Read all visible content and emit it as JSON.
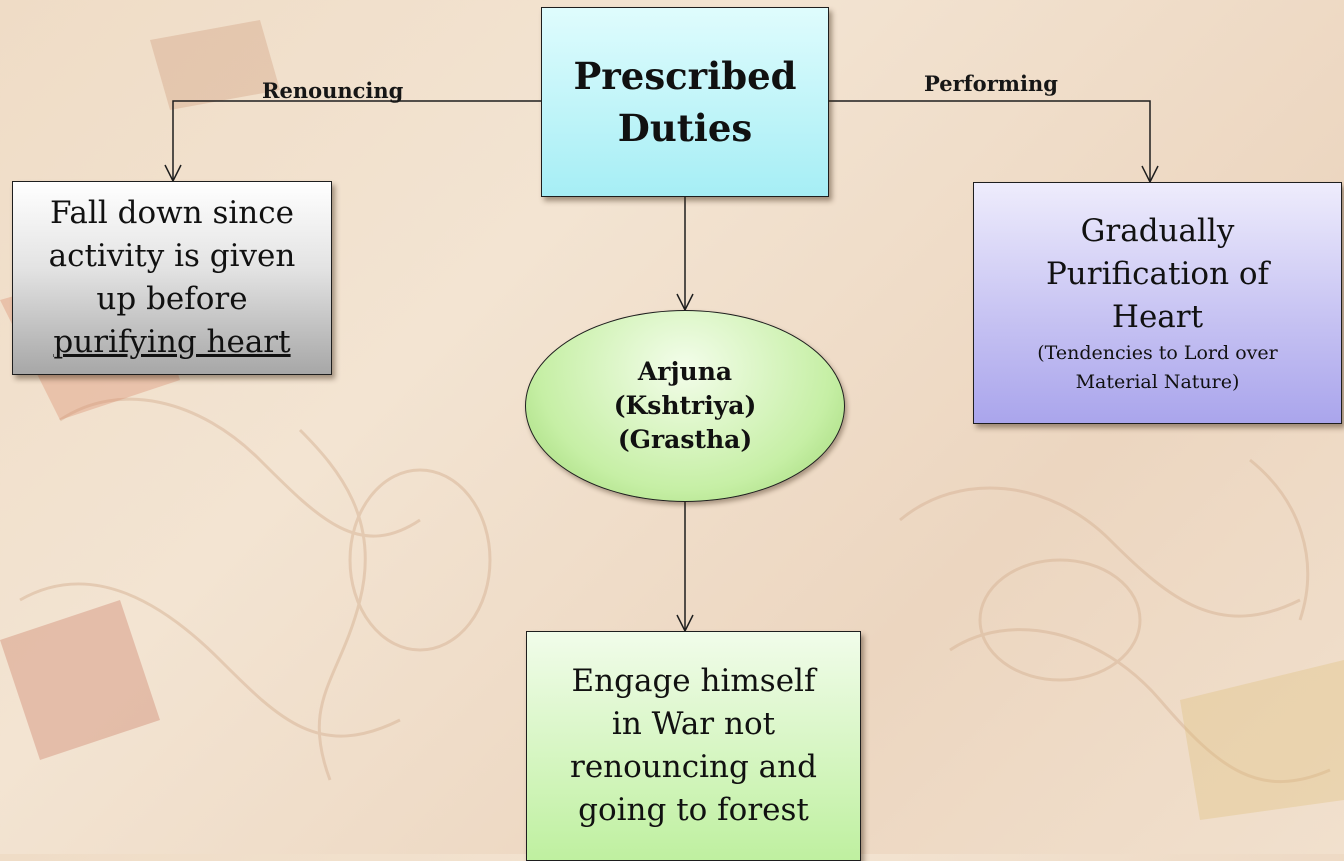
{
  "nodes": {
    "prescribed_duties": {
      "lines": [
        "Prescribed",
        "Duties"
      ]
    },
    "fall_down": {
      "lines": [
        "Fall down since",
        "activity is given",
        "up before"
      ],
      "underlined_line": "purifying heart"
    },
    "purification": {
      "lines": [
        "Gradually",
        "Purification of",
        "Heart"
      ],
      "sub_lines": [
        "(Tendencies to Lord over",
        "Material Nature)"
      ]
    },
    "arjuna": {
      "lines": [
        "Arjuna",
        "(Kshtriya)",
        "(Grastha)"
      ]
    },
    "engage": {
      "lines": [
        "Engage himself",
        "in War not",
        "renouncing and",
        "going to forest"
      ]
    }
  },
  "edges": {
    "renouncing": "Renouncing",
    "performing": "Performing"
  },
  "colors": {
    "prescribed_fill": "#a6eef5",
    "fall_down_fill": "#a7a7a7",
    "purification_fill": "#aaa5ec",
    "arjuna_fill": "#c6efa5",
    "engage_fill": "#bff0a0",
    "line": "#1e1e1e"
  }
}
